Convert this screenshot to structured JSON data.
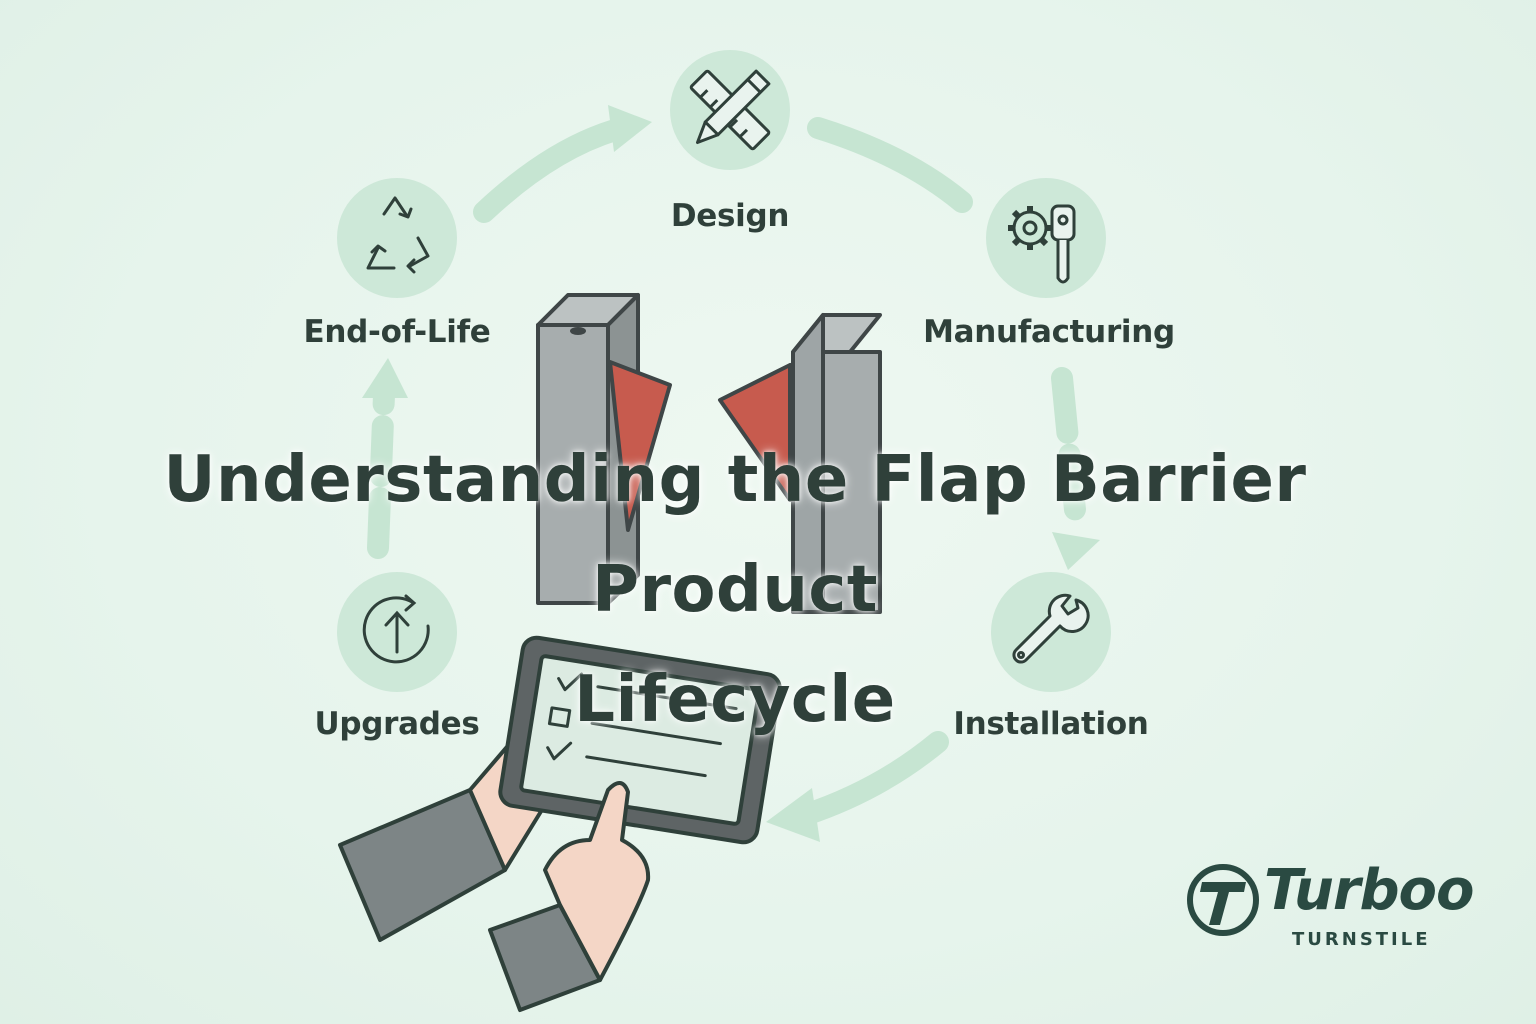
{
  "title": {
    "line1": "Understanding the Flap Barrier Product",
    "line2": "Lifecycle"
  },
  "stages": {
    "design": {
      "label": "Design",
      "icon": "pencil-ruler-icon"
    },
    "manufacturing": {
      "label": "Manufacturing",
      "icon": "gear-machine-icon"
    },
    "installation": {
      "label": "Installation",
      "icon": "wrench-icon"
    },
    "upgrades": {
      "label": "Upgrades",
      "icon": "upgrade-arrow-icon"
    },
    "end_of_life": {
      "label": "End-of-Life",
      "icon": "recycle-icon"
    }
  },
  "logo": {
    "name": "Turboo",
    "sub": "TURNSTILE",
    "mark": "T"
  },
  "colors": {
    "background": "#e8f5ed",
    "circle": "#cde8d8",
    "arrow": "#c6e5d2",
    "text": "#2f403a",
    "flap": "#c75b4e",
    "logo": "#2a4a42"
  }
}
